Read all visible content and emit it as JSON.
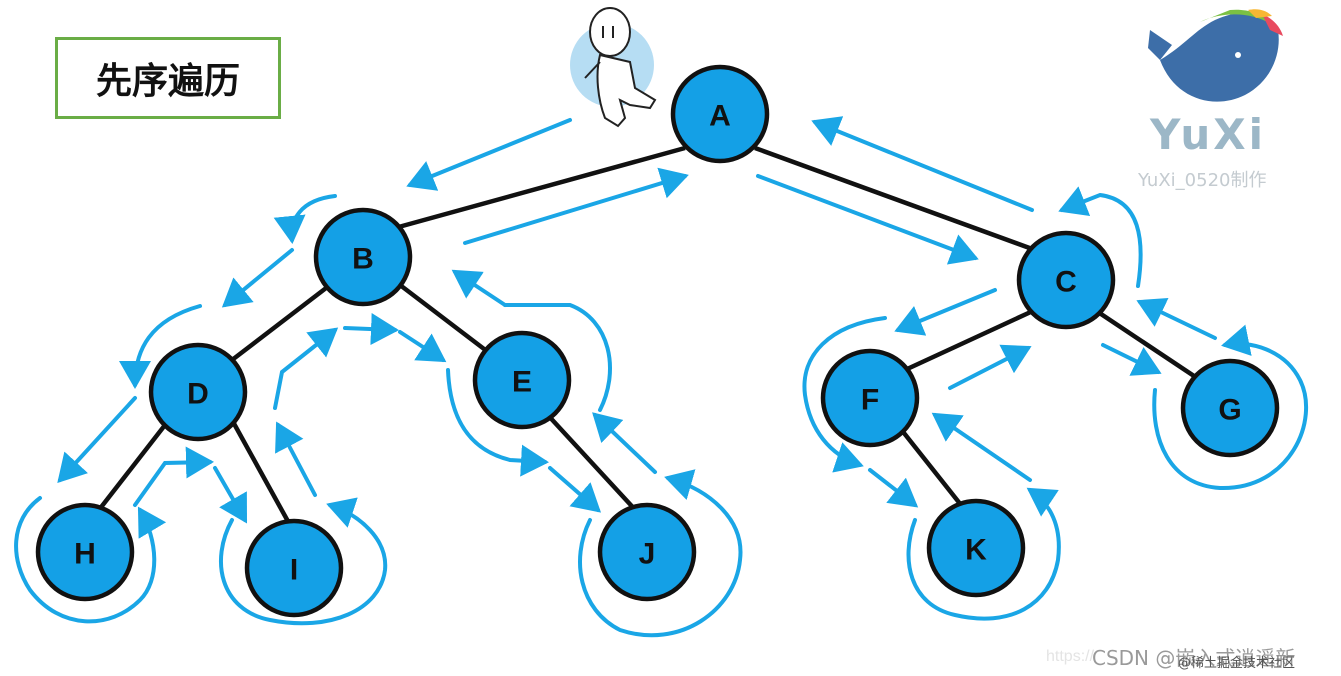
{
  "title": "先序遍历",
  "logo": {
    "text": "YuXi",
    "subtext": "YuXi_0520制作"
  },
  "watermark": {
    "url": "https://",
    "text": "CSDN @嵌入式逍遥新",
    "sub": "@稀土掘金技术社区"
  },
  "colors": {
    "node_fill": "#14a0e6",
    "edge": "#111111",
    "arrow": "#1aa6e6",
    "title_border": "#6aad46"
  },
  "tree": {
    "nodes": [
      "A",
      "B",
      "C",
      "D",
      "E",
      "F",
      "G",
      "H",
      "I",
      "J",
      "K"
    ],
    "edges": [
      [
        "A",
        "B"
      ],
      [
        "A",
        "C"
      ],
      [
        "B",
        "D"
      ],
      [
        "B",
        "E"
      ],
      [
        "D",
        "H"
      ],
      [
        "D",
        "I"
      ],
      [
        "E",
        "J"
      ],
      [
        "C",
        "F"
      ],
      [
        "C",
        "G"
      ],
      [
        "F",
        "K"
      ]
    ]
  },
  "icons": [
    "walking-person-icon",
    "whale-logo-icon"
  ]
}
